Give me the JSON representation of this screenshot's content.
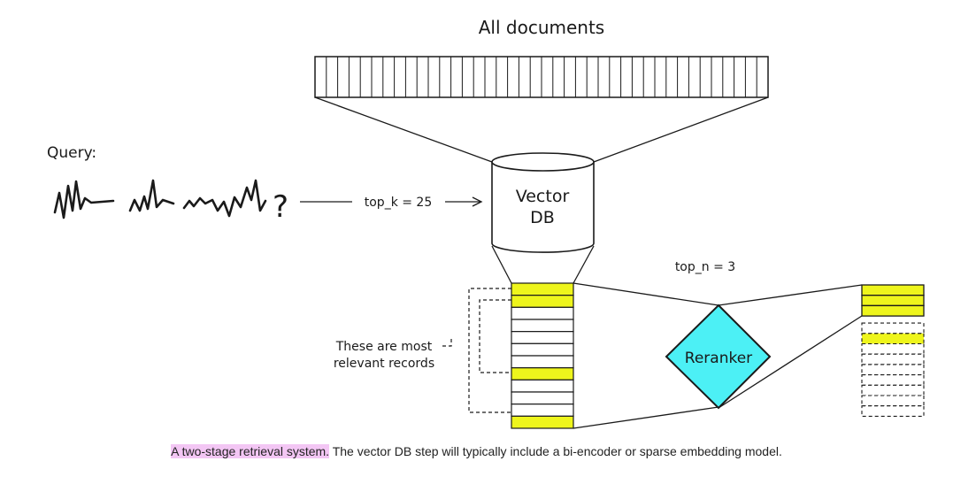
{
  "diagram": {
    "title": "All documents",
    "query_label": "Query:",
    "query_mark": "?",
    "top_k_label": "top_k = 25",
    "vector_db_line1": "Vector",
    "vector_db_line2": "DB",
    "top_n_label": "top_n = 3",
    "relevant_line1": "These are most",
    "relevant_line2": "relevant records",
    "reranker_label": "Reranker",
    "all_documents_count": 40,
    "retrieved_count": 12,
    "retrieved_highlighted": [
      0,
      1,
      7,
      11
    ],
    "reranked_solid_count": 3,
    "reranked_dashed_count": 9,
    "reranked_highlighted_dashed": [
      1
    ],
    "colors": {
      "highlight": "#eef51c",
      "reranker_fill": "#4cf0f5",
      "stroke": "#1a1a1a",
      "caption_highlight": "#f3c6f4"
    }
  },
  "caption": {
    "highlighted": "A two-stage retrieval system.",
    "rest": " The vector DB step will typically include a bi-encoder or sparse embedding model."
  }
}
